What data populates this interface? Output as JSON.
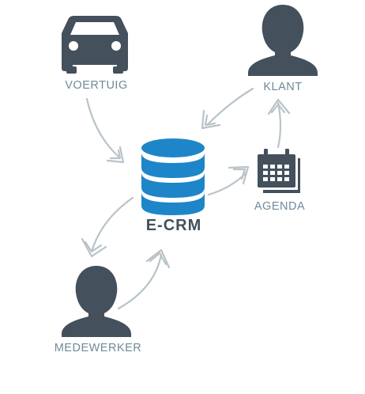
{
  "nodes": {
    "voertuig": {
      "label": "VOERTUIG",
      "icon": "car-icon"
    },
    "klant": {
      "label": "KLANT",
      "icon": "person-icon"
    },
    "agenda": {
      "label": "AGENDA",
      "icon": "calendar-icon"
    },
    "medewerker": {
      "label": "MEDEWERKER",
      "icon": "person-icon"
    },
    "center": {
      "label": "E-CRM",
      "icon": "database-icon"
    }
  },
  "colors": {
    "icon": "#44505c",
    "database": "#1e86c8",
    "label": "#6f8a98",
    "arrow": "#b9c3c9"
  }
}
